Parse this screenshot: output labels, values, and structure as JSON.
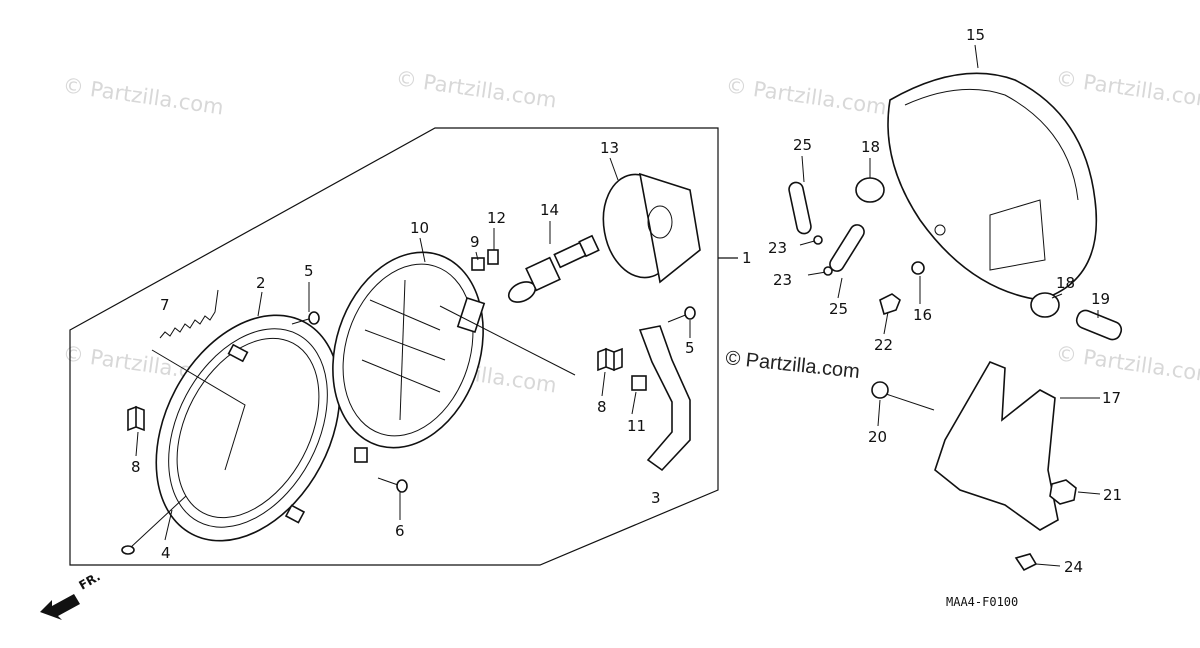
{
  "diagram": {
    "drawing_code": "MAA4-F0100",
    "direction_label": "FR.",
    "watermark_text": "© Partzilla.com",
    "center_watermark": "© Partzilla.com",
    "labels": {
      "p1": "1",
      "p2": "2",
      "p3": "3",
      "p4": "4",
      "p5a": "5",
      "p5b": "5",
      "p6": "6",
      "p7": "7",
      "p8a": "8",
      "p8b": "8",
      "p9": "9",
      "p10": "10",
      "p11": "11",
      "p12": "12",
      "p13": "13",
      "p14": "14",
      "p15": "15",
      "p16": "16",
      "p17": "17",
      "p18a": "18",
      "p18b": "18",
      "p19": "19",
      "p20": "20",
      "p21": "21",
      "p22": "22",
      "p23a": "23",
      "p23b": "23",
      "p24": "24",
      "p25a": "25",
      "p25b": "25"
    }
  }
}
